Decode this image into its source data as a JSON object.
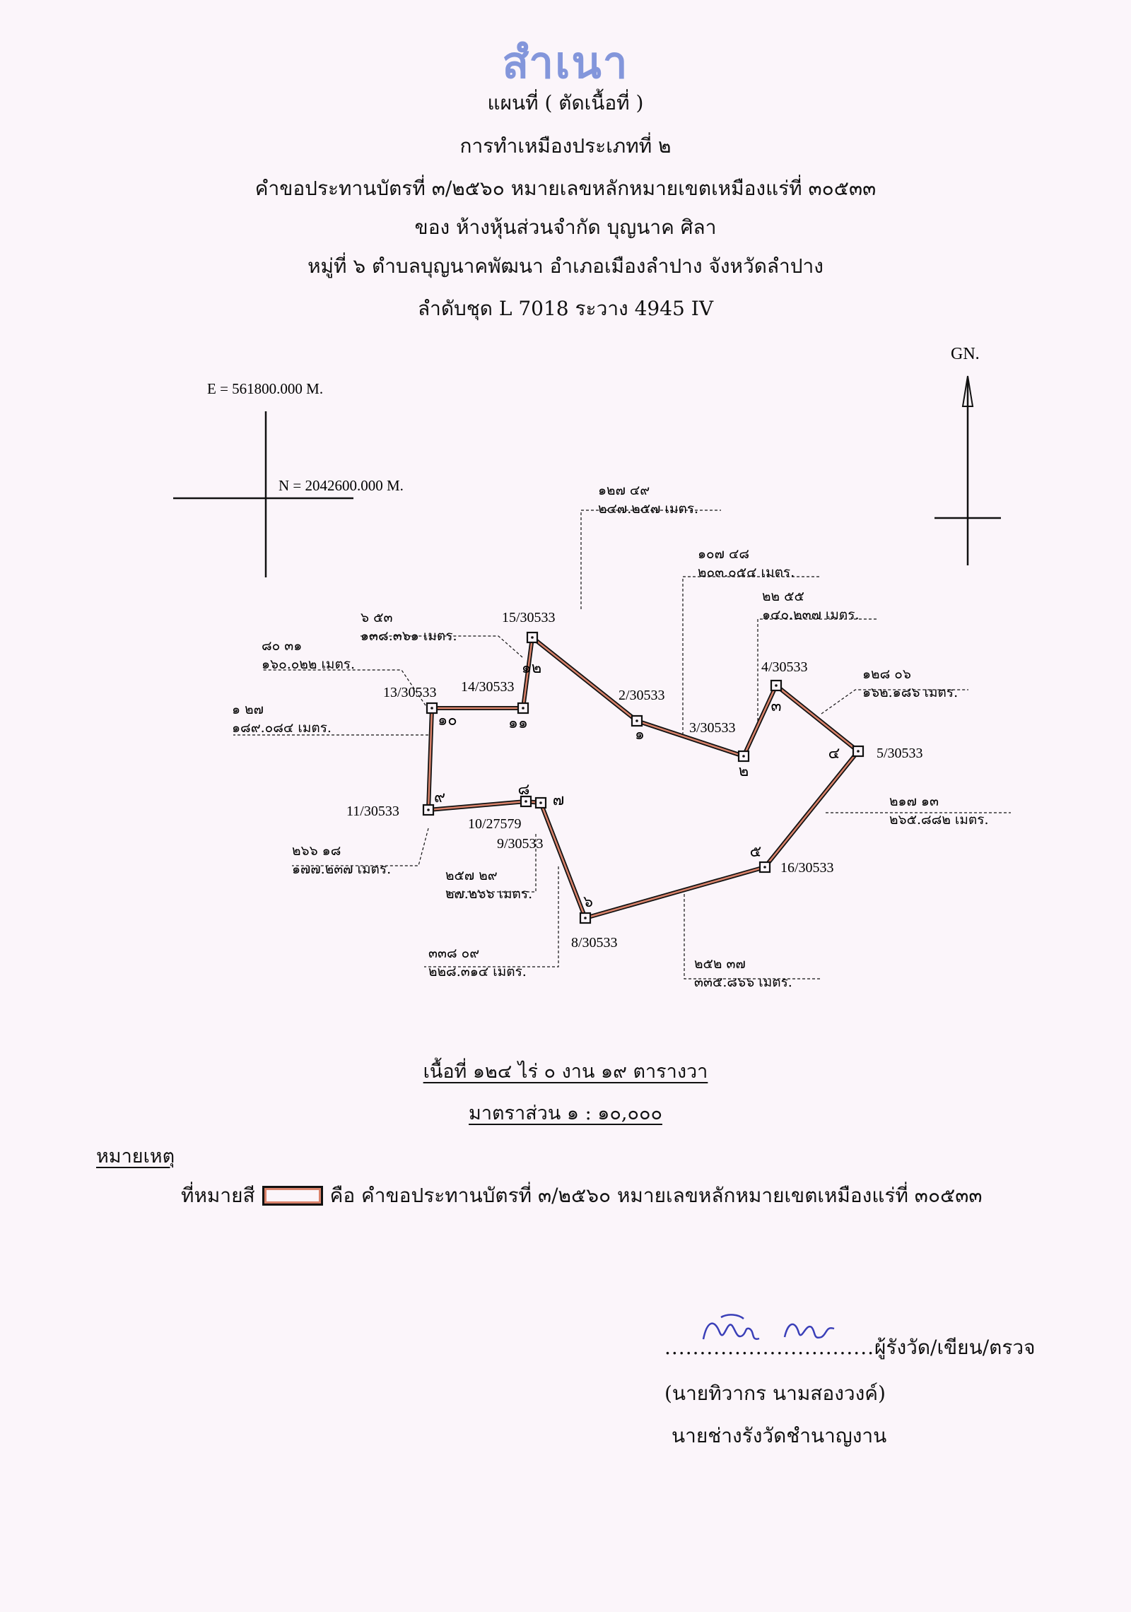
{
  "stamp": "สำเนา",
  "header": {
    "line1": "แผนที่ ( ตัดเนื้อที่ )",
    "line2": "การทำเหมืองประเภทที่ ๒",
    "line3": "คำขอประทานบัตรที่ ๓/๒๕๖๐ หมายเลขหลักหมายเขตเหมืองแร่ที่ ๓๐๕๓๓",
    "line4": "ของ ห้างหุ้นส่วนจำกัด บุญนาค ศิลา",
    "line5": "หมู่ที่ ๖ ตำบลบุญนาคพัฒนา อำเภอเมืองลำปาง จังหวัดลำปาง",
    "line6": "ลำดับชุด L 7018 ระวาง 4945 IV"
  },
  "north_label": "GN.",
  "grid": {
    "easting": "E = 561800.000 M.",
    "northing": "N = 2042600.000 M."
  },
  "markers": [
    {
      "id": "15/30533",
      "seq": "๑๒"
    },
    {
      "id": "2/30533",
      "seq": "๑"
    },
    {
      "id": "3/30533",
      "seq": "๒"
    },
    {
      "id": "4/30533",
      "seq": "๓"
    },
    {
      "id": "5/30533",
      "seq": "๔"
    },
    {
      "id": "16/30533",
      "seq": "๕"
    },
    {
      "id": "8/30533",
      "seq": "๖"
    },
    {
      "id": "9/30533",
      "seq": "๗"
    },
    {
      "id": "10/27579",
      "seq": "๘"
    },
    {
      "id": "11/30533",
      "seq": "๙"
    },
    {
      "id": "13/30533",
      "seq": "๑๐"
    },
    {
      "id": "14/30533",
      "seq": "๑๑"
    }
  ],
  "bearings": [
    {
      "angle": "๑๒๗ ๔๙",
      "distance": "๒๔๗.๒๕๗ เมตร."
    },
    {
      "angle": "๑๐๗ ๔๘",
      "distance": "๒๐๓.๐๕๔ เมตร."
    },
    {
      "angle": "๒๒ ๕๕",
      "distance": "๑๔๐.๒๓๗ เมตร."
    },
    {
      "angle": "๑๒๘ ๐๖",
      "distance": "๑๖๒.๑๘๖ เมตร."
    },
    {
      "angle": "๒๑๗ ๑๓",
      "distance": "๒๖๕.๘๘๒ เมตร."
    },
    {
      "angle": "๒๕๒ ๓๗",
      "distance": "๓๓๕.๘๖๖ เมตร."
    },
    {
      "angle": "๓๓๘ ๐๙",
      "distance": "๒๒๘.๓๑๔ เมตร."
    },
    {
      "angle": "๒๕๗ ๒๙",
      "distance": "๒๗.๒๖๖ เมตร."
    },
    {
      "angle": "๒๖๖ ๑๘",
      "distance": "๑๗๗.๒๓๗ เมตร."
    },
    {
      "angle": "๑ ๒๗",
      "distance": "๑๘๙.๐๘๔ เมตร."
    },
    {
      "angle": "๘๐ ๓๑",
      "distance": "๑๖๐.๐๒๒ เมตร."
    },
    {
      "angle": "๖ ๕๓",
      "distance": "๑๓๘.๓๖๑ เมตร."
    }
  ],
  "area": "เนื้อที่  ๑๒๔  ไร่  ๐  งาน  ๑๙  ตารางวา",
  "scale": "มาตราส่วน  ๑ : ๑๐,๐๐๐",
  "remark": {
    "title": "หมายเหตุ",
    "legend_prefix": "ที่หมายสี",
    "legend_text": "คือ คำขอประทานบัตรที่ ๓/๒๕๖๐ หมายเลขหลักหมายเขตเหมืองแร่ที่ ๓๐๕๓๓",
    "boundary_color": "#d9826a"
  },
  "signer": {
    "dots": "..............................",
    "role": "ผู้รังวัด/เขียน/ตรวจ",
    "name": "(นายทิวากร นามสองวงค์)",
    "position": "นายช่างรังวัดชำนาญงาน"
  }
}
